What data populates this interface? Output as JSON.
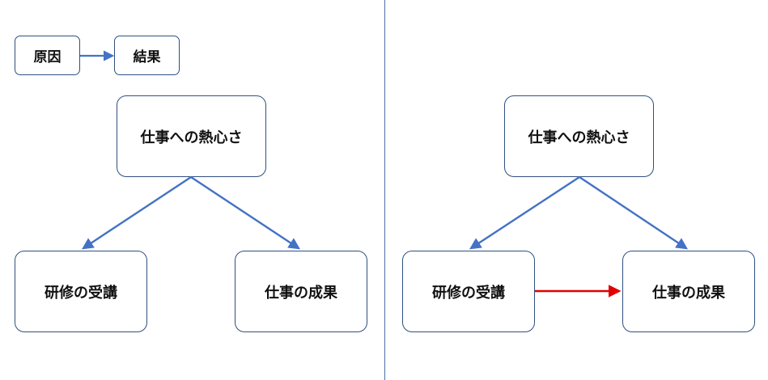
{
  "legend": {
    "cause": "原因",
    "effect": "結果"
  },
  "left": {
    "top": "仕事への熱心さ",
    "bottom_left": "研修の受講",
    "bottom_right": "仕事の成果"
  },
  "right": {
    "top": "仕事への熱心さ",
    "bottom_left": "研修の受講",
    "bottom_right": "仕事の成果"
  },
  "colors": {
    "arrow": "#4472c4",
    "highlight_arrow": "#e00000",
    "node_border": "#2f4f80",
    "divider": "#4a6fa5"
  }
}
